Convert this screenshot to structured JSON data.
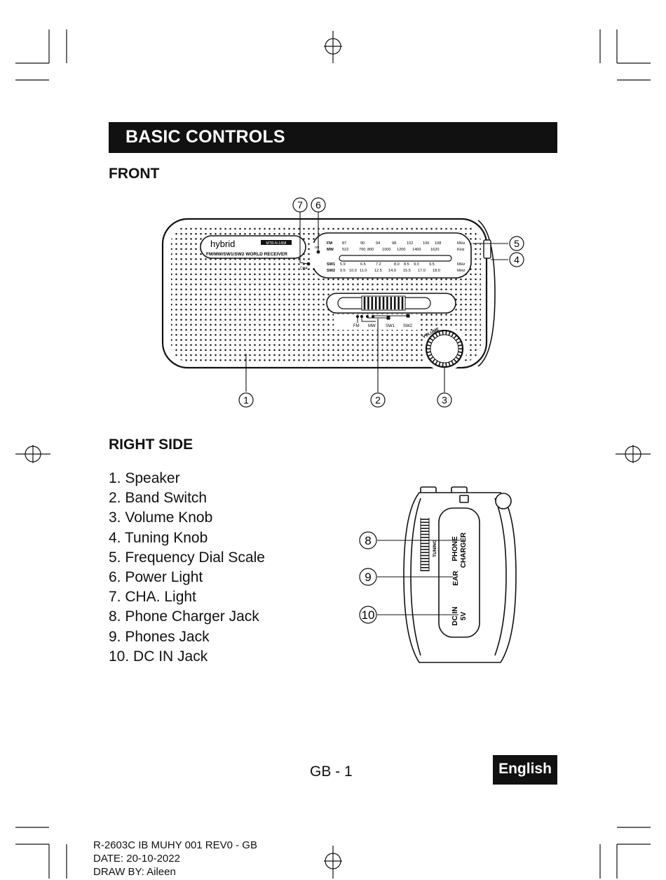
{
  "header": {
    "title": "BASIC CONTROLS"
  },
  "sections": {
    "front": "FRONT",
    "right_side": "RIGHT SIDE"
  },
  "front_diagram": {
    "callouts": [
      "1",
      "2",
      "3",
      "4",
      "5",
      "6",
      "7"
    ],
    "brand": "hybrid",
    "brand_sub": "MTR-N-1458",
    "model_line": "FM/MW/SW1/SW2 WORLD RECEIVER",
    "indicator_on": "ON",
    "indicator_cha": "CHA.",
    "dial": {
      "fm_label": "FM",
      "fm_ticks": [
        "87",
        "90",
        "94",
        "98",
        "102",
        "106",
        "108"
      ],
      "fm_unit": "MHz",
      "mw_label": "MW",
      "mw_ticks": [
        "522",
        "700",
        "800",
        "1000",
        "1200",
        "1400",
        "1620"
      ],
      "mw_unit": "KHz",
      "sw1_label": "SW1",
      "sw1_ticks": [
        "5.9",
        "6.5",
        "7.2",
        "8.0",
        "8.5",
        "9.0",
        "9.5"
      ],
      "sw1_unit": "MHz",
      "sw2_label": "SW2",
      "sw2_ticks": [
        "9.5",
        "10.0",
        "11.0",
        "12.5",
        "14.0",
        "15.5",
        "17.0",
        "18.0"
      ],
      "sw2_unit": "MHz"
    },
    "band_labels": [
      "FM",
      "MW",
      "SW1",
      "SW2"
    ],
    "volume_label": "VOLUME"
  },
  "side_diagram": {
    "callouts": [
      "8",
      "9",
      "10"
    ],
    "tuning_label": "TUNING",
    "jack_phone_line1": "PHONE",
    "jack_phone_line2": "CHARGER",
    "jack_ear": "EAR",
    "jack_dc_line1": "DC IN",
    "jack_dc_line2": "5V"
  },
  "legend": [
    "1. Speaker",
    "2. Band Switch",
    "3. Volume Knob",
    "4. Tuning Knob",
    "5. Frequency Dial Scale",
    "6. Power Light",
    "7. CHA. Light",
    "8. Phone Charger Jack",
    "9. Phones Jack",
    "10. DC IN Jack"
  ],
  "page_number": "GB - 1",
  "language_tab": "English",
  "footer": {
    "doc_code": "R-2603C IB MUHY 001 REV0 - GB",
    "date": "DATE: 20-10-2022",
    "drawn_by": "DRAW BY: Aileen"
  }
}
